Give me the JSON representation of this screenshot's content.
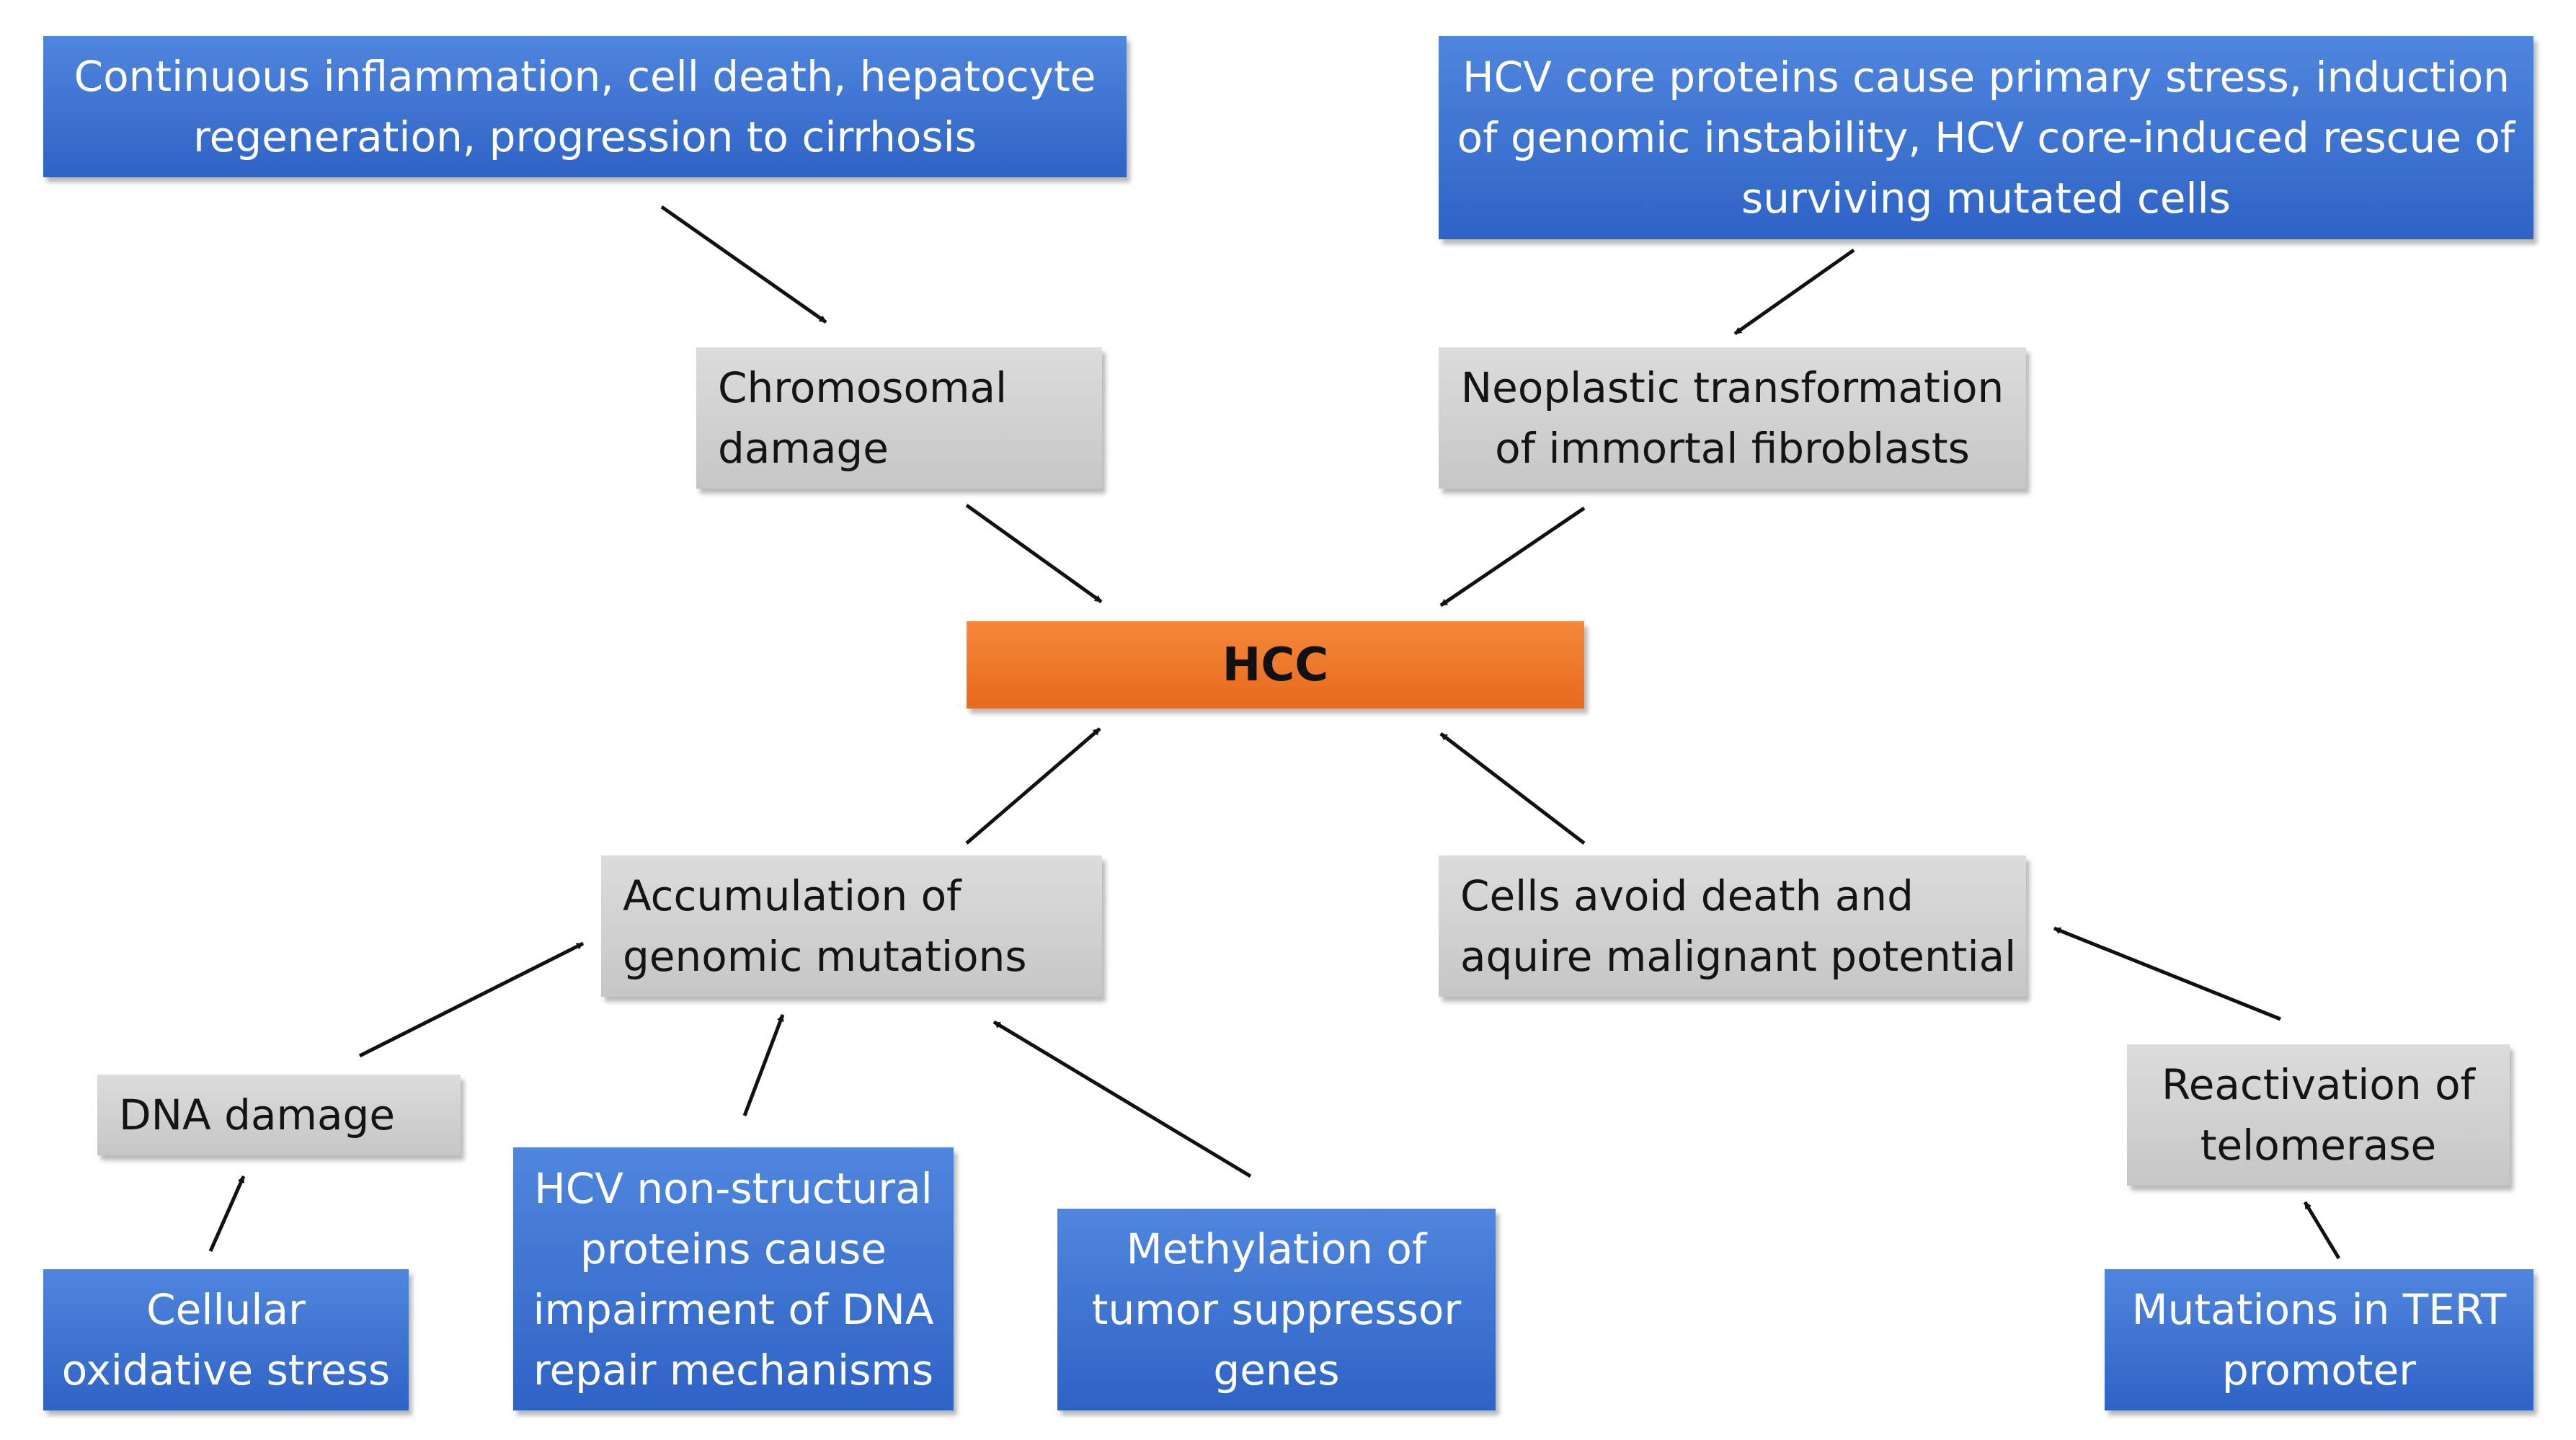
{
  "nodes": {
    "hcc": "HCC",
    "inflammation": "Continuous inflammation, cell death, hepatocyte\nregeneration,  progression to cirrhosis",
    "hcv_core": "HCV core proteins cause primary stress, induction\nof genomic instability, HCV core-induced rescue of\nsurviving mutated cells",
    "chromosomal": "Chromosomal\ndamage",
    "neoplastic": "Neoplastic transformation\nof immortal fibroblasts",
    "accumulation": "Accumulation of\ngenomic mutations",
    "cells_avoid": "Cells avoid death and\naquire malignant potential",
    "dna_damage": "DNA damage",
    "oxidative": "Cellular\noxidative stress",
    "hcv_nonstructural": "HCV non-structural\nproteins cause\nimpairment of DNA\nrepair mechanisms",
    "methylation": "Methylation of\ntumor suppressor\ngenes",
    "telomerase": "Reactivation of\ntelomerase",
    "tert": "Mutations in TERT\npromoter"
  },
  "colors": {
    "blue_box": "#3a6fd1",
    "gray_box": "#d0d0d0",
    "orange_box": "#ee7727",
    "arrow": "#111111"
  }
}
